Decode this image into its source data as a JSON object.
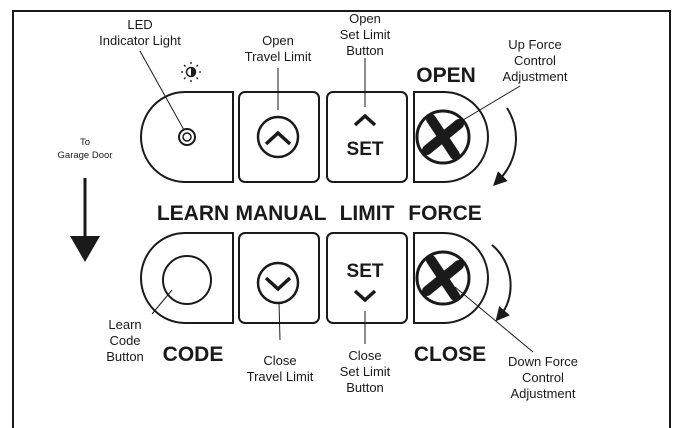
{
  "labels": {
    "led_line1": "LED",
    "led_line2": "Indicator Light",
    "open_travel_line1": "Open",
    "open_travel_line2": "Travel Limit",
    "open_set_line1": "Open",
    "open_set_line2": "Set Limit",
    "open_set_line3": "Button",
    "up_force_line1": "Up Force",
    "up_force_line2": "Control",
    "up_force_line3": "Adjustment",
    "to_garage_line1": "To",
    "to_garage_line2": "Garage Door",
    "learn_code_line1": "Learn",
    "learn_code_line2": "Code",
    "learn_code_line3": "Button",
    "close_travel_line1": "Close",
    "close_travel_line2": "Travel Limit",
    "close_set_line1": "Close",
    "close_set_line2": "Set Limit",
    "close_set_line3": "Button",
    "down_force_line1": "Down Force",
    "down_force_line2": "Control",
    "down_force_line3": "Adjustment"
  },
  "panel": {
    "open": "OPEN",
    "close": "CLOSE",
    "code": "CODE",
    "learn": "LEARN",
    "manual": "MANUAL",
    "limit": "LIMIT",
    "force": "FORCE",
    "set_top": "SET",
    "set_bottom": "SET"
  },
  "colors": {
    "ink": "#1a1a1a",
    "background": "#ffffff"
  },
  "icons": {
    "led": "led-icon",
    "brightness": "brightness-icon",
    "up_chevron": "chevron-up-icon",
    "down_chevron": "chevron-down-icon",
    "force_dial": "force-dial-icon",
    "direction_arrow": "arrow-down-icon"
  }
}
